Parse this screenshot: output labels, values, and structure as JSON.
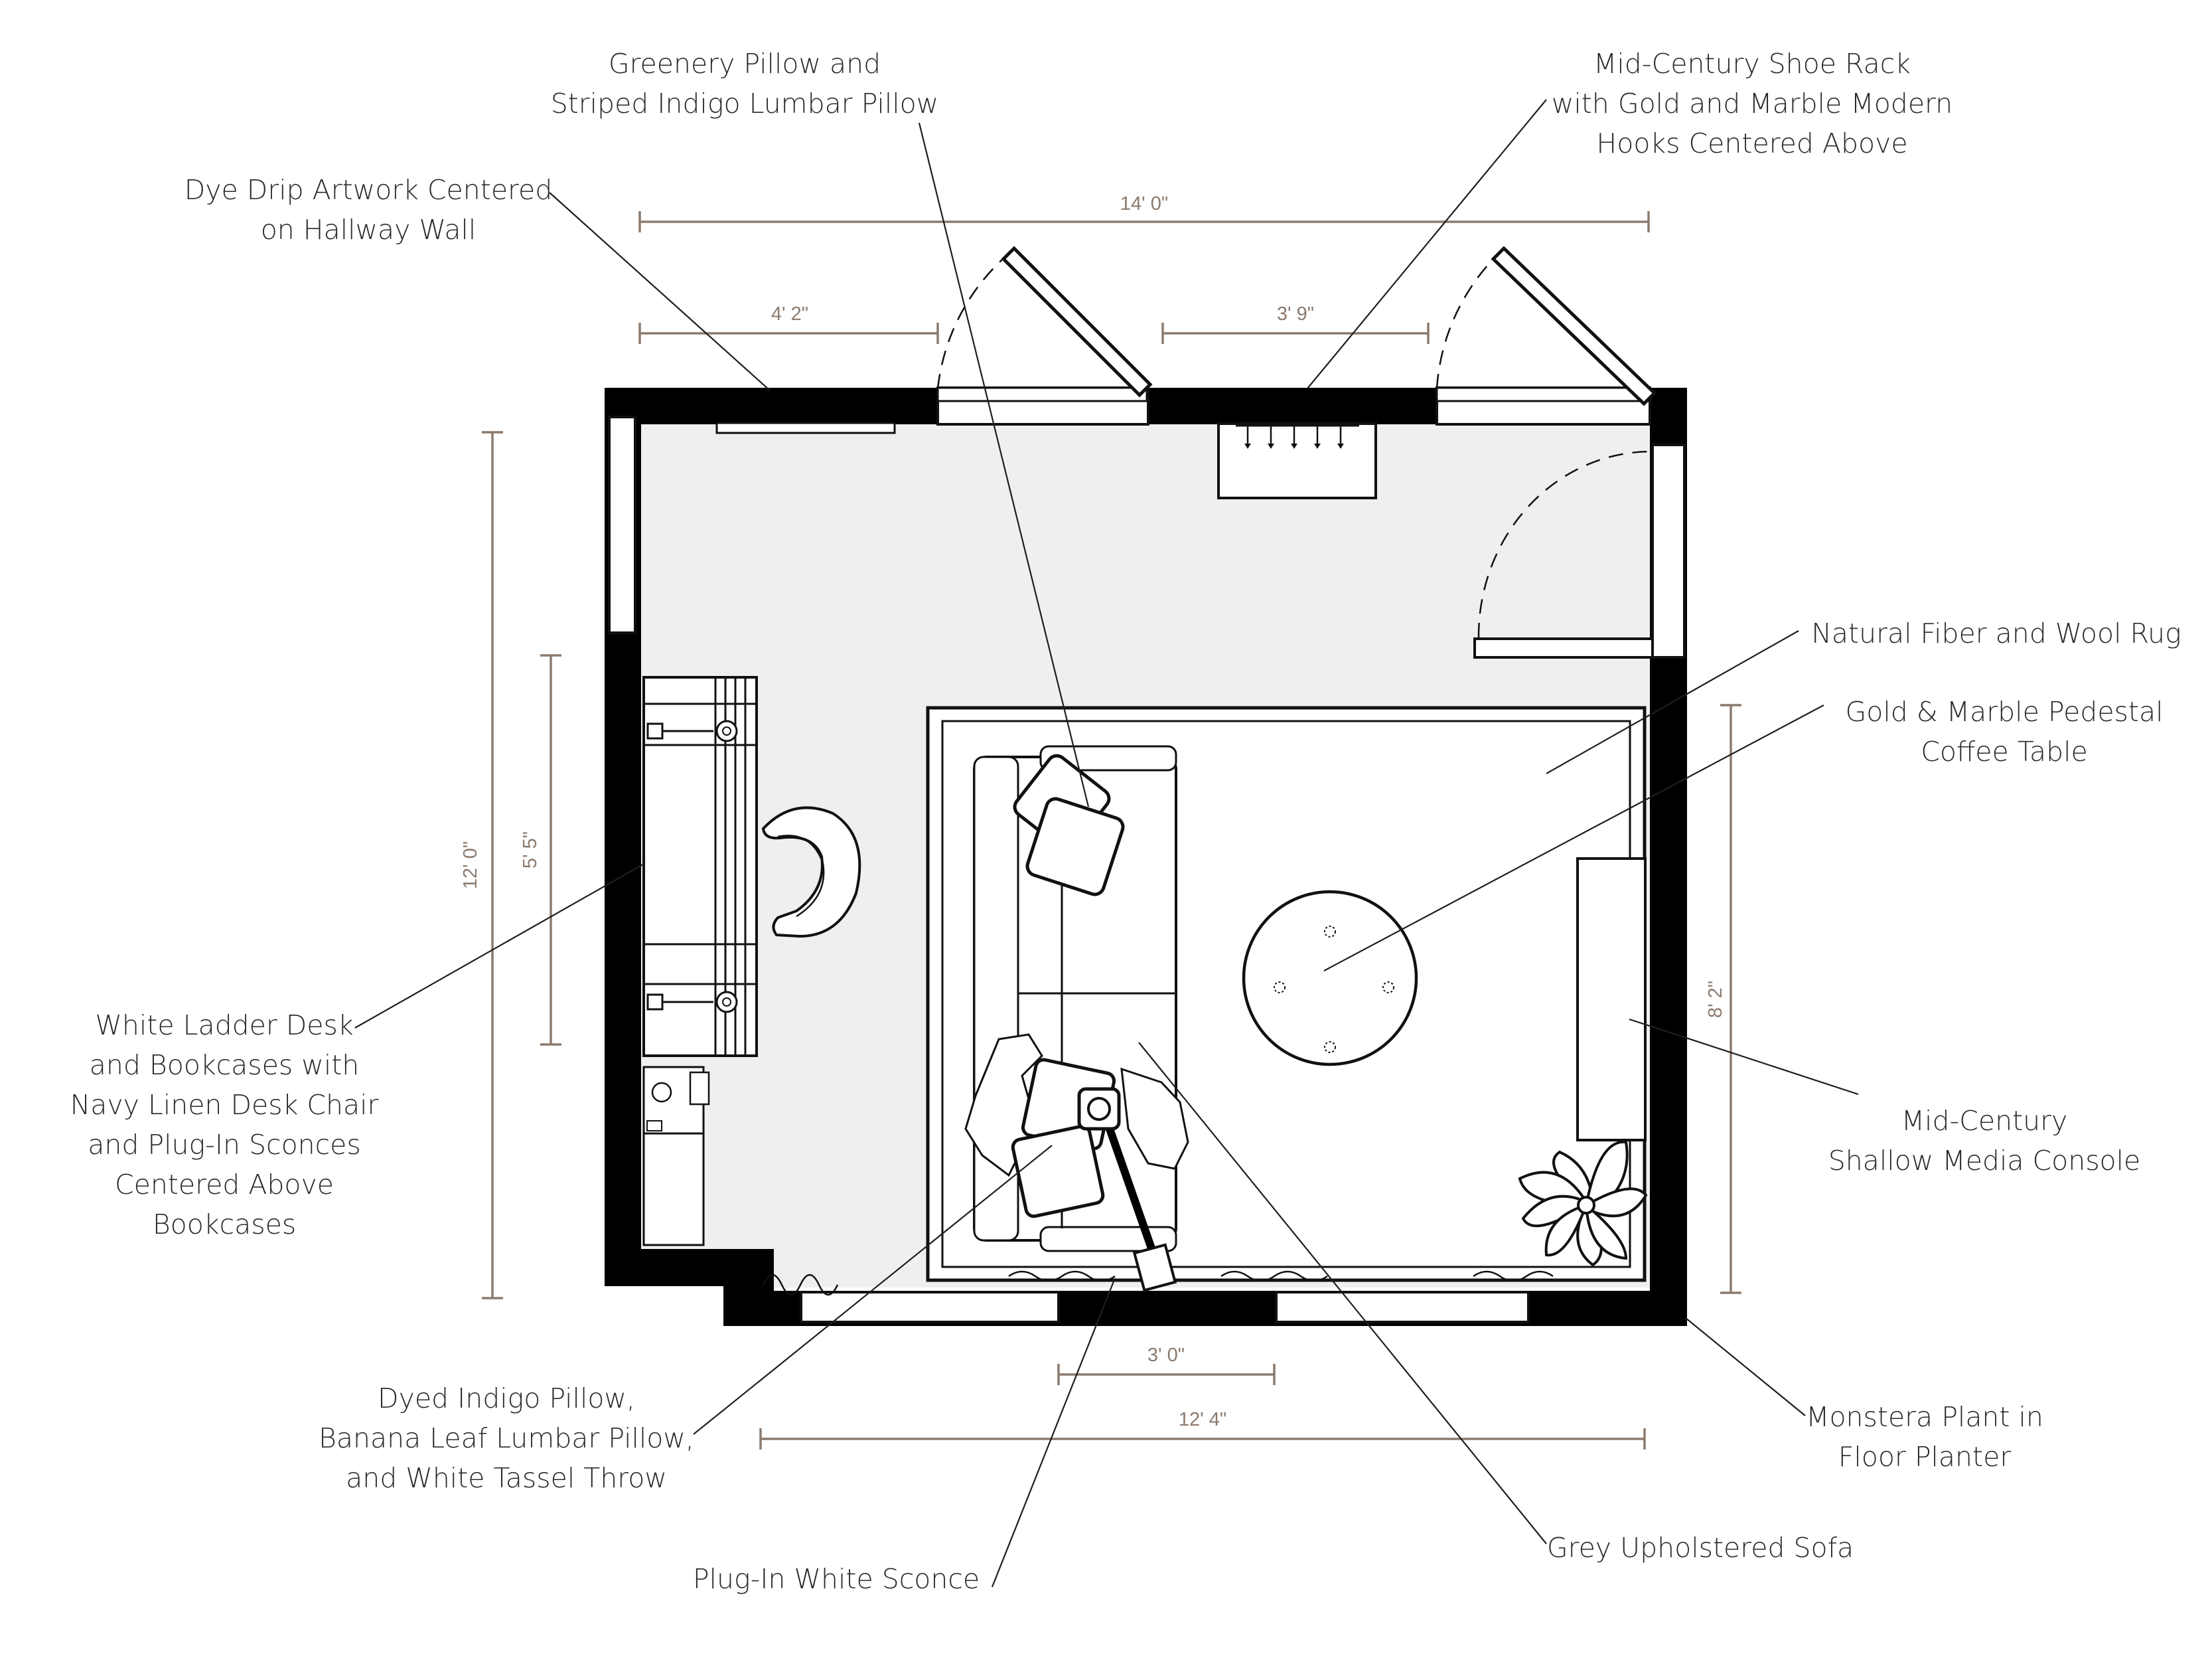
{
  "labels": {
    "dye_drip": [
      "Dye Drip Artwork Centered",
      "on Hallway Wall"
    ],
    "greenery_pillow": [
      "Greenery Pillow and",
      "Striped Indigo Lumbar Pillow"
    ],
    "shoe_rack": [
      "Mid-Century Shoe Rack",
      "with Gold and Marble Modern",
      "Hooks Centered Above"
    ],
    "rug": [
      "Natural Fiber and Wool Rug"
    ],
    "coffee_table": [
      "Gold & Marble Pedestal",
      "Coffee Table"
    ],
    "desk": [
      "White Ladder Desk",
      "and Bookcases with",
      "Navy Linen Desk Chair",
      "and Plug-In Sconces",
      "Centered Above",
      "Bookcases"
    ],
    "media_console": [
      "Mid-Century",
      "Shallow Media Console"
    ],
    "sofa_pillows": [
      "Dyed Indigo Pillow,",
      "Banana Leaf Lumbar Pillow,",
      "and White Tassel Throw"
    ],
    "monstera": [
      "Monstera Plant in",
      "Floor Planter"
    ],
    "sconce": [
      "Plug-In White Sconce"
    ],
    "sofa": [
      "Grey Upholstered Sofa"
    ]
  },
  "dimensions": {
    "top_overall": "14' 0\"",
    "top_left_segment": "4' 2\"",
    "top_door_gap": "3' 9\"",
    "left_overall": "12' 0\"",
    "left_desk": "5' 5\"",
    "right_console": "8' 2\"",
    "bottom_window": "3' 0\"",
    "bottom_overall": "12' 4\""
  },
  "colors": {
    "floor": "#efefef",
    "rug": "#ffffff",
    "wall": "#000000",
    "dimension": "#8c7a6e",
    "text": "#2a2a2a"
  }
}
